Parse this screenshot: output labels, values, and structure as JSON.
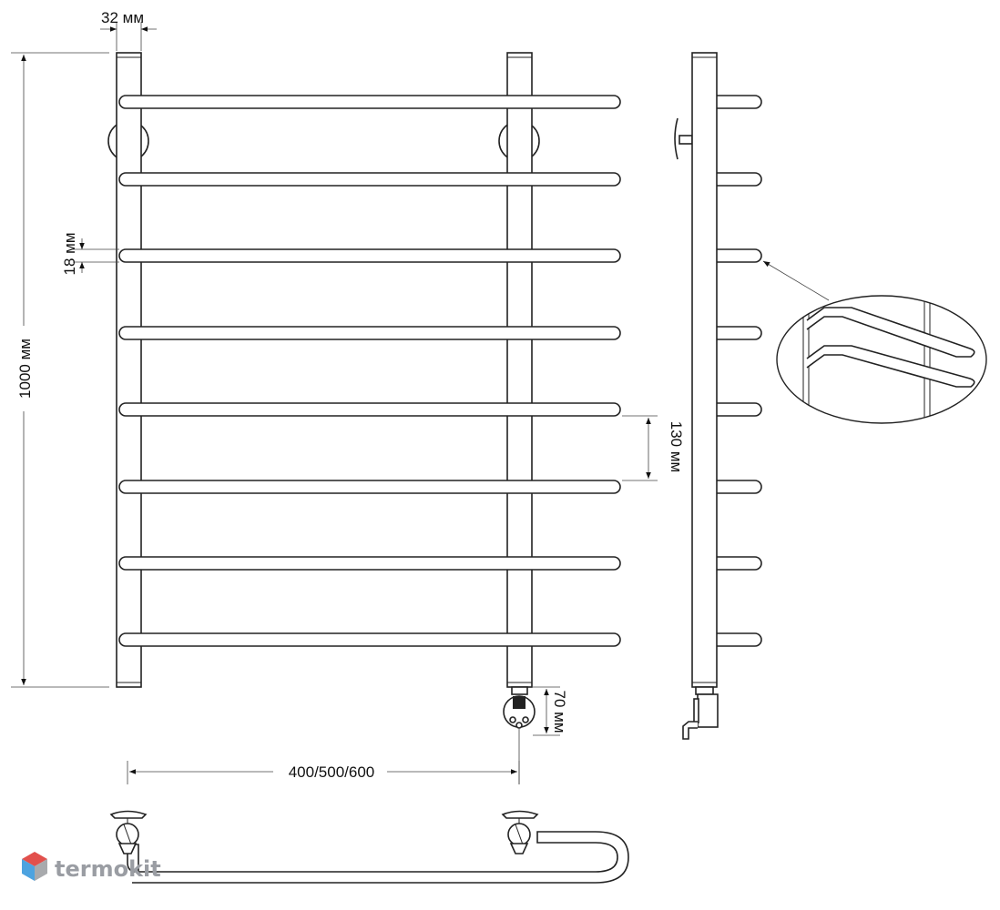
{
  "dimensions": {
    "pipe_diameter": "32 мм",
    "height": "1000 мм",
    "rung_diameter": "18 мм",
    "rung_spacing": "130 мм",
    "connection_offset": "70 мм",
    "width_options": "400/500/600"
  },
  "logo": {
    "text": "termokit",
    "icon": "hexagon-cube-icon",
    "colors": [
      "#e2504c",
      "#4da3e0",
      "#a8aaad"
    ]
  },
  "colors": {
    "line": "#222222",
    "background": "#ffffff"
  }
}
